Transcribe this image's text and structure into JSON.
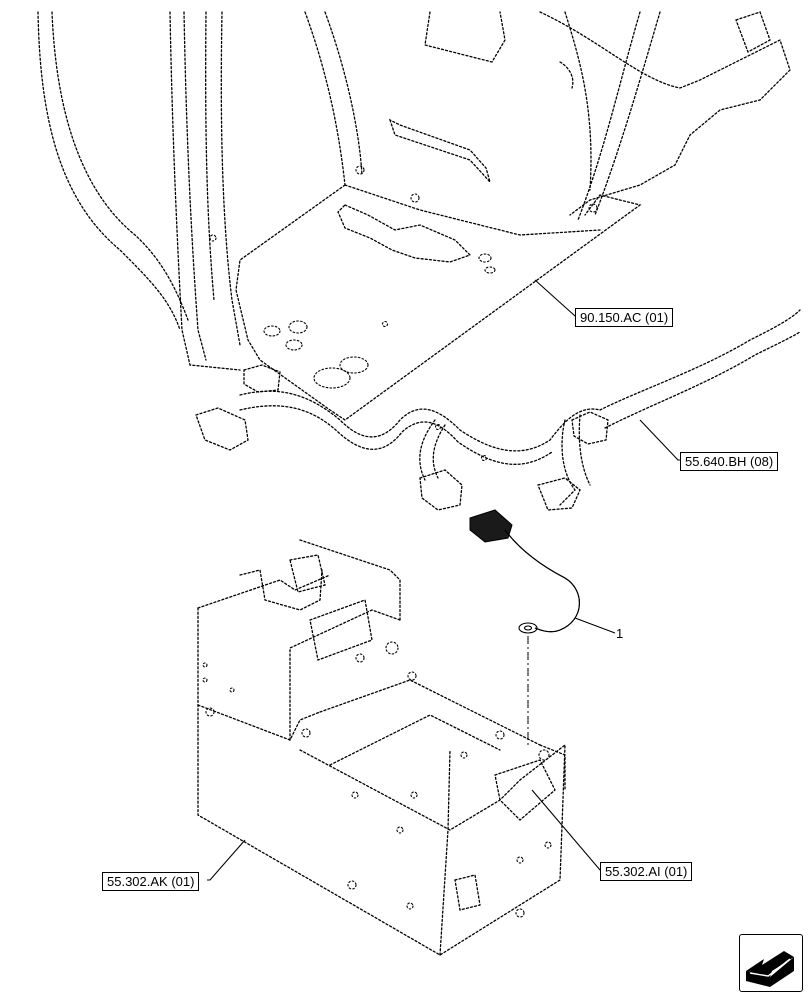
{
  "callouts": {
    "ref_90_150": "90.150.AC (01)",
    "ref_55_640": "55.640.BH (08)",
    "ref_55_302_ak": "55.302.AK (01)",
    "ref_55_302_ai": "55.302.AI (01)"
  },
  "item_number": "1",
  "nav_icon": {
    "name": "view-orientation-arrow-icon"
  }
}
